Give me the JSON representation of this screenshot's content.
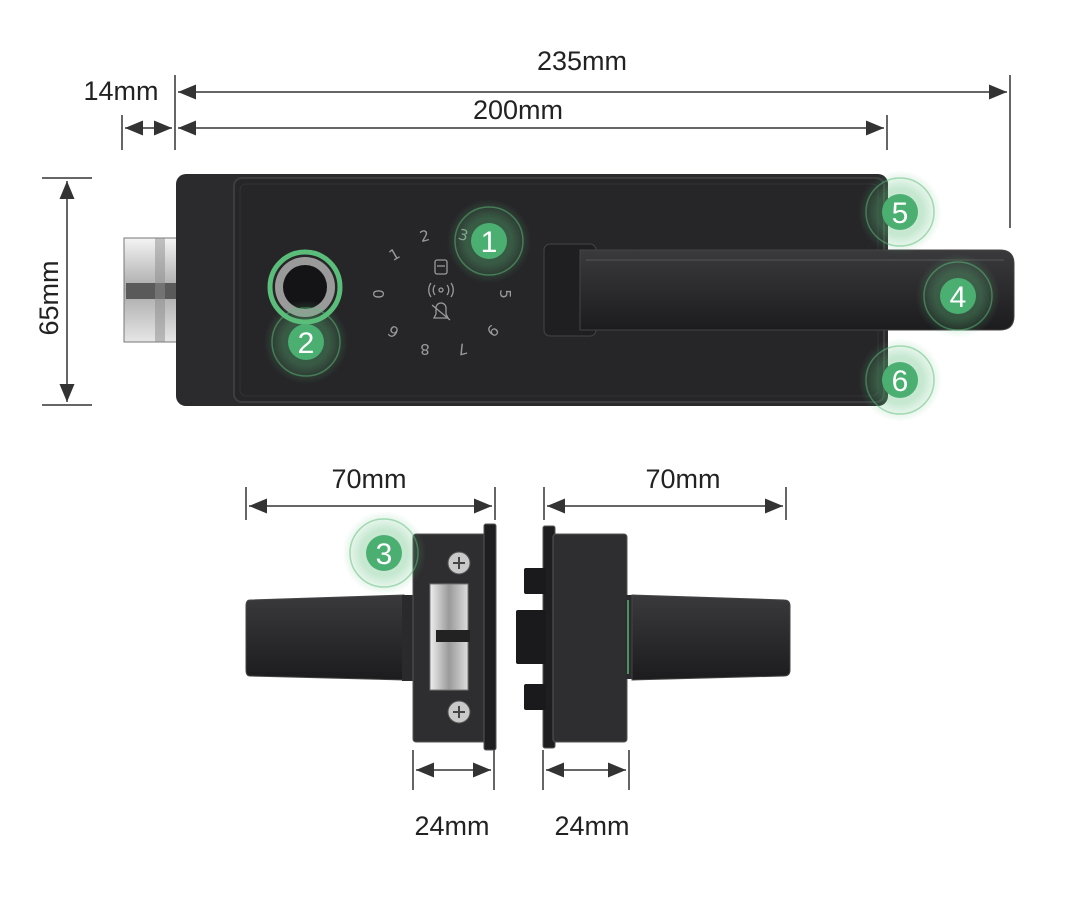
{
  "dimensions": {
    "overall_width": "235mm",
    "panel_width": "200mm",
    "cylinder_offset": "14mm",
    "height": "65mm",
    "left_handle_length": "70mm",
    "right_handle_length": "70mm",
    "left_body_depth": "24mm",
    "right_body_depth": "24mm"
  },
  "keypad": {
    "keys": [
      "1",
      "2",
      "3",
      "0",
      "5",
      "6",
      "8",
      "7",
      "9"
    ]
  },
  "callouts": [
    "1",
    "2",
    "3",
    "4",
    "5",
    "6"
  ],
  "colors": {
    "lock_body": "#2b2b2d",
    "panel": "#262628",
    "accent_green": "#5bbd7a",
    "callout_fill": "#4caf72",
    "dimension_line": "#333333"
  }
}
